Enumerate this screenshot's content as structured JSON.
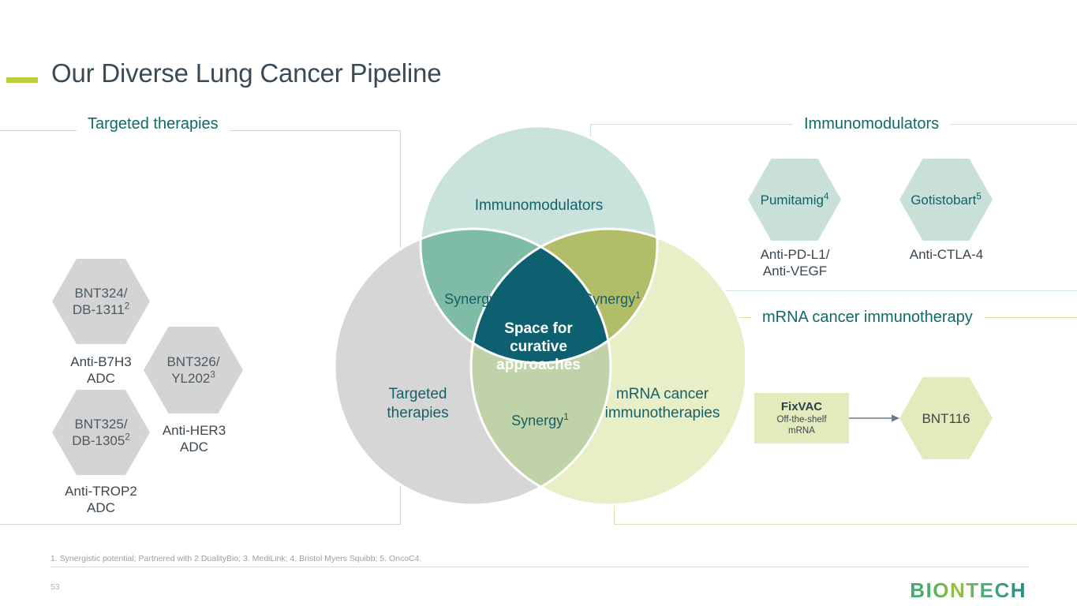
{
  "slide": {
    "title": "Our Diverse Lung Cancer Pipeline",
    "accent_color": "#bdcd3c",
    "page_number": "53",
    "logo_text": "BIONTECH",
    "footnote": "1. Synergistic potential; Partnered with 2 DualityBio; 3. MediLink; 4. Bristol Myers Squibb; 5. OncoC4."
  },
  "panels": {
    "targeted": {
      "legend": "Targeted therapies",
      "border_color": "#d2d4d5"
    },
    "immunomodulators": {
      "legend": "Immunomodulators",
      "border_color": "#cfe3e0"
    },
    "mrna": {
      "legend": "mRNA cancer immunotherapy",
      "border_color": "#dde4ab"
    }
  },
  "venn": {
    "type": "venn",
    "circles": [
      {
        "name": "immunomodulators",
        "label": "Immunomodulators",
        "color": "#c9e2db"
      },
      {
        "name": "targeted-therapies",
        "label": "Targeted therapies",
        "color": "#d6d6d6"
      },
      {
        "name": "mrna-cancer-immunotherapies",
        "label": "mRNA cancer immunotherapies",
        "color": "#e8eec6"
      }
    ],
    "overlaps": [
      {
        "name": "synergy-left",
        "label": "Synergy",
        "superscript": "1",
        "color": "#7ebca8"
      },
      {
        "name": "synergy-right",
        "label": "Synergy",
        "superscript": "1",
        "color": "#b2bd68"
      },
      {
        "name": "synergy-bottom",
        "label": "Synergy",
        "superscript": "1",
        "color": "#c0d2a8"
      }
    ],
    "center": {
      "label": "Space for curative approaches",
      "color": "#0d6070"
    }
  },
  "targeted_items": [
    {
      "name": "BNT324/",
      "name2": "DB-1311",
      "superscript": "2",
      "caption": "Anti-B7H3 ADC"
    },
    {
      "name": "BNT326/",
      "name2": "YL202",
      "superscript": "3",
      "caption": "Anti-HER3 ADC"
    },
    {
      "name": "BNT325/",
      "name2": "DB-1305",
      "superscript": "2",
      "caption": "Anti-TROP2 ADC"
    }
  ],
  "immunomodulator_items": [
    {
      "name": "Pumitamig",
      "superscript": "4",
      "caption": "Anti-PD-L1/ Anti-VEGF"
    },
    {
      "name": "Gotistobart",
      "superscript": "5",
      "caption": "Anti-CTLA-4"
    }
  ],
  "mrna_items": {
    "platform": {
      "title": "FixVAC",
      "subtitle_line1": "Off-the-shelf",
      "subtitle_line2": "mRNA"
    },
    "product": {
      "name": "BNT116"
    }
  },
  "venn_text": {
    "top": "Immunomodulators",
    "left_line1": "Targeted",
    "left_line2": "therapies",
    "right_line1": "mRNA cancer",
    "right_line2": "immunotherapies",
    "synergy": "Synergy",
    "center_line1": "Space for",
    "center_line2": "curative",
    "center_line3": "approaches"
  },
  "hex_text": {
    "bnt324_l1": "BNT324/",
    "bnt324_l2": "DB-1311",
    "bnt324_sup": "2",
    "bnt324_cap1": "Anti-B7H3",
    "bnt324_cap2": "ADC",
    "bnt326_l1": "BNT326/",
    "bnt326_l2": "YL202",
    "bnt326_sup": "3",
    "bnt326_cap1": "Anti-HER3",
    "bnt326_cap2": "ADC",
    "bnt325_l1": "BNT325/",
    "bnt325_l2": "DB-1305",
    "bnt325_sup": "2",
    "bnt325_cap1": "Anti-TROP2",
    "bnt325_cap2": "ADC",
    "pumitamig": "Pumitamig",
    "pumitamig_sup": "4",
    "pumitamig_cap1": "Anti-PD-L1/",
    "pumitamig_cap2": "Anti-VEGF",
    "gotistobart": "Gotistobart",
    "gotistobart_sup": "5",
    "gotistobart_cap1": "Anti-CTLA-4",
    "bnt116": "BNT116"
  }
}
